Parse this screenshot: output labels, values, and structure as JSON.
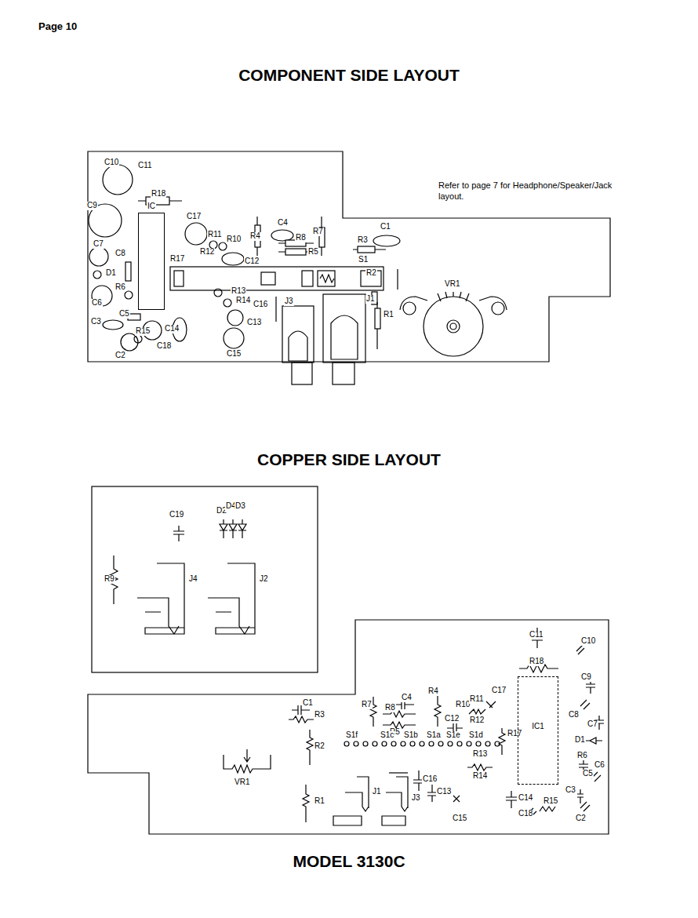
{
  "diagram": {
    "title": "COMPONENT SIDE LAYOUT",
    "caption": "MODEL 3130C",
    "nodes": [
      {
        "text": [
          "IC"
        ]
      },
      {
        "text": [
          "IC1"
        ]
      }
    ],
    "labels": [
      "Page 10",
      "COPPER SIDE LAYOUT",
      "Refer to page 7 for Headphone/Speaker/Jack layout.",
      "C10",
      "C11",
      "R18",
      "C9",
      "C17",
      "R11",
      "R10",
      "R4",
      "C4",
      "R8",
      "R5",
      "R7",
      "R3",
      "C1",
      "C7",
      "C8",
      "R12",
      "C12",
      "S1",
      "R17",
      "D1",
      "R6",
      "C6",
      "C5",
      "C3",
      "R13",
      "R14",
      "C16",
      "J3",
      "J1",
      "R2",
      "R1",
      "VR1",
      "C13",
      "C14",
      "R15",
      "C18",
      "C2",
      "C15",
      "C19",
      "D2",
      "D4",
      "D3",
      "R9",
      "J4",
      "J2",
      "C11",
      "C10",
      "R18",
      "C9",
      "C1",
      "R3",
      "R7",
      "C4",
      "R4",
      "R8",
      "R5",
      "R10",
      "R11",
      "C17",
      "C12",
      "R12",
      "S1f",
      "S1c",
      "S1b",
      "S1a",
      "S1e",
      "S1d",
      "R17",
      "C8",
      "C7",
      "D1",
      "R6",
      "C6",
      "C5",
      "R2",
      "R13",
      "R14",
      "VR1",
      "C16",
      "C13",
      "J1",
      "J3",
      "C14",
      "C3",
      "R15",
      "C18",
      "C2",
      "C15",
      "R1"
    ]
  }
}
